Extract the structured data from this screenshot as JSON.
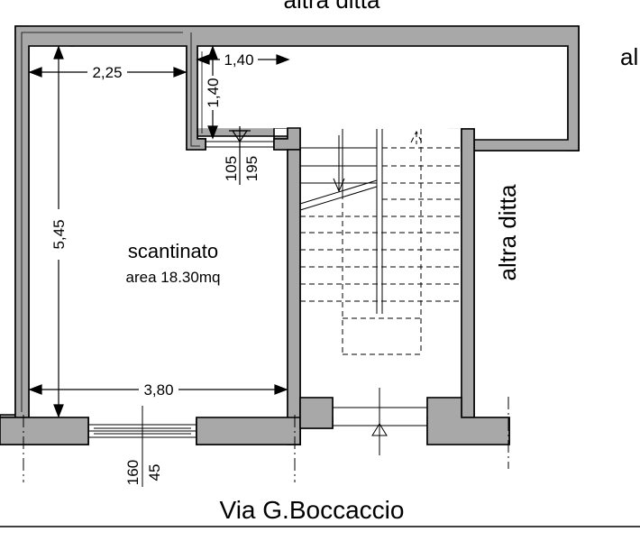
{
  "labels": {
    "top_neighbor": "altra ditta",
    "right_neighbor": "altra ditta",
    "corner_cut": "al",
    "room_name": "scantinato",
    "room_area": "area 18.30mq",
    "street": "Via G.Boccaccio"
  },
  "dimensions": {
    "top_width": "2,25",
    "niche_width": "1,40",
    "niche_depth": "1,40",
    "room_height": "5,45",
    "room_width": "3,80"
  },
  "openings": {
    "inner_door_sill": "105",
    "inner_door_height": "195",
    "window_height": "160",
    "window_sill": "45"
  },
  "colors": {
    "wall_fill": "#a8a8a8",
    "line": "#000000",
    "background": "#ffffff"
  }
}
